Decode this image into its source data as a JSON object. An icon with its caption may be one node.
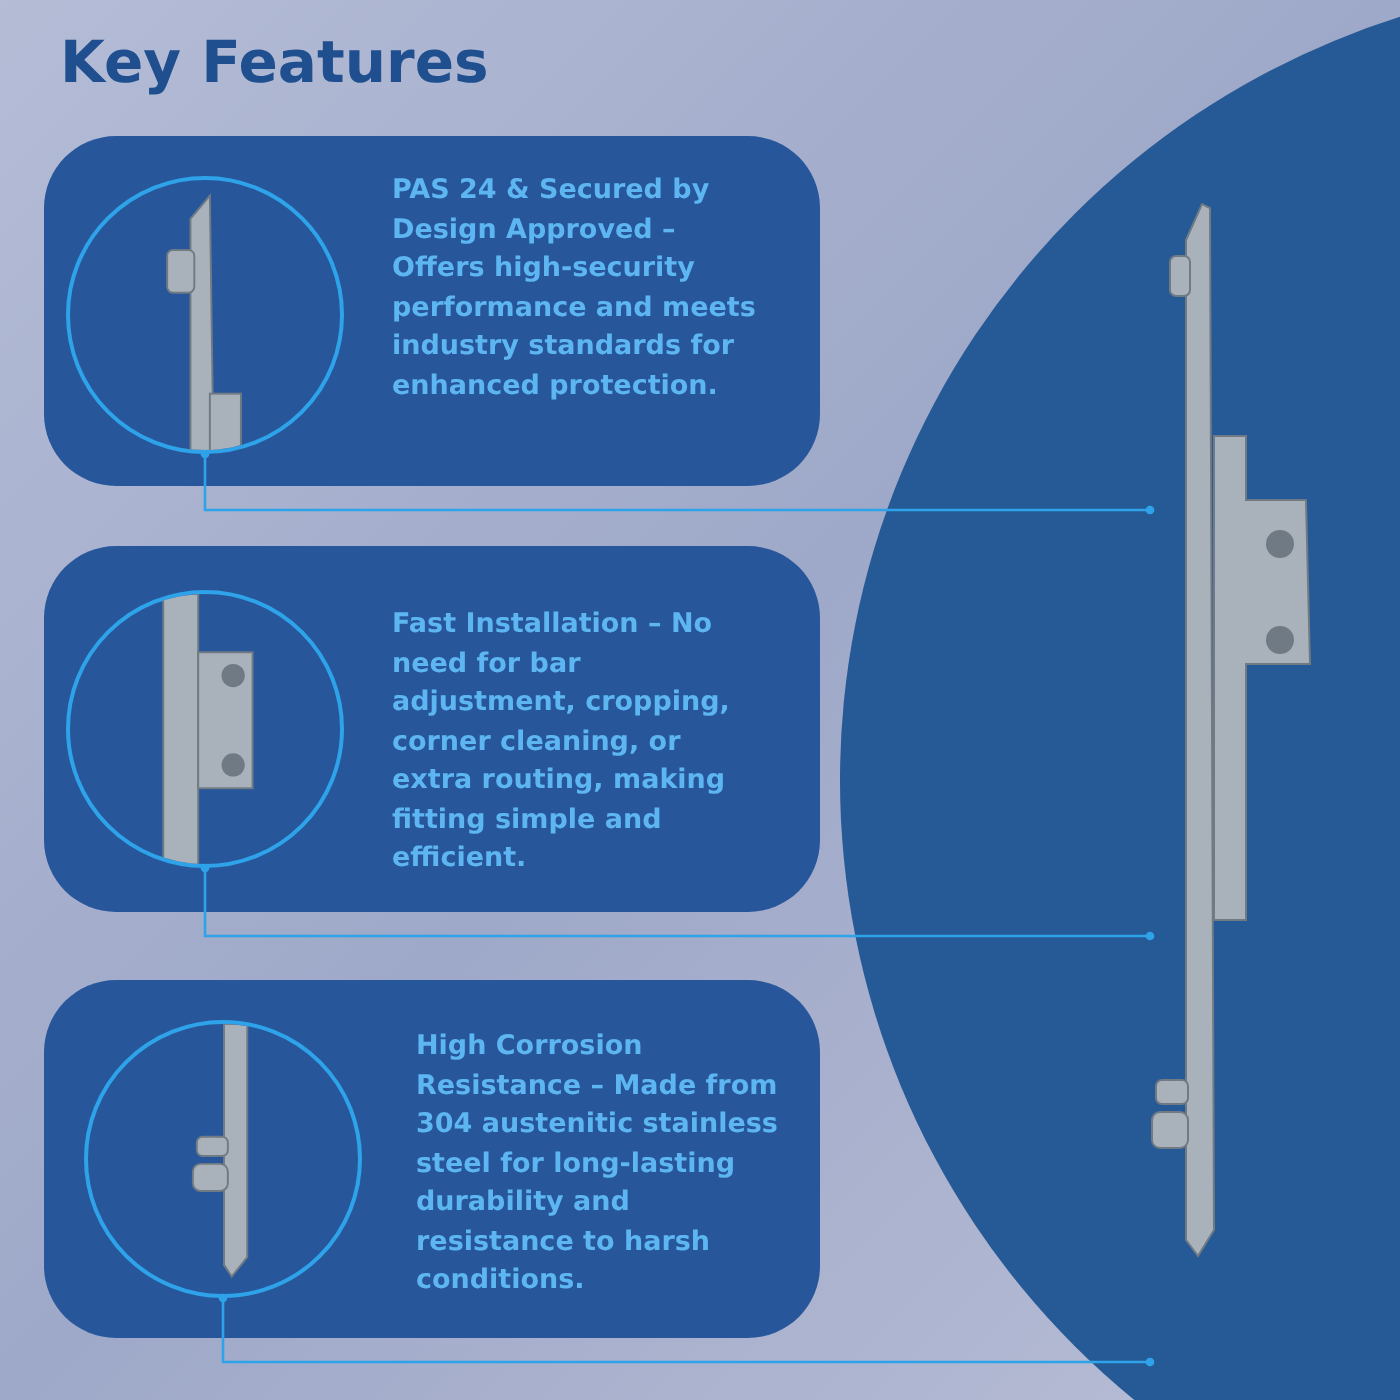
{
  "diagram": {
    "title": "Key Features",
    "nodes": [
      {
        "text": [
          "PAS 24 & Secured by Design Approved – Offers high-security performance and meets industry standards for enhanced protection."
        ]
      },
      {
        "text": [],
        "shape": "picture",
        "in": 0
      },
      {
        "text": [
          "Fast Installation – No need for bar adjustment, cropping, corner cleaning, or extra routing, making fitting simple and efficient."
        ]
      },
      {
        "text": [],
        "shape": "picture",
        "in": 2
      },
      {
        "text": [
          "High Corrosion Resistance – Made from 304 austenitic stainless steel for long-lasting durability and resistance to harsh conditions."
        ]
      },
      {
        "text": [],
        "shape": "picture",
        "in": 4
      },
      {
        "text": [],
        "shape": "picture"
      }
    ],
    "edges": [
      {
        "from": 1,
        "to": 6,
        "arrow": "other"
      },
      {
        "from": 3,
        "to": 6,
        "arrow": "other"
      },
      {
        "from": 5,
        "to": 6,
        "arrow": "other"
      }
    ]
  }
}
